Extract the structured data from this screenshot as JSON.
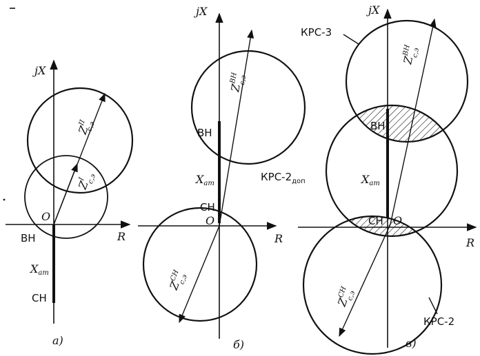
{
  "panel_a": {
    "axis_y": "jX",
    "axis_x": "R",
    "origin": "O",
    "vec_outer_main": "Z",
    "vec_outer_sup": "II",
    "vec_outer_sub": "с,э",
    "vec_inner_main": "Z",
    "vec_inner_sup": "I",
    "vec_inner_sub": "с,э",
    "label_bh": "ВН",
    "label_xat_main": "X",
    "label_xat_sub": "ат",
    "label_ch": "СН",
    "caption": "а)"
  },
  "panel_b": {
    "axis_y": "jX",
    "axis_x": "R",
    "origin": "O",
    "vec_top_main": "Z",
    "vec_top_sup": "ВН",
    "vec_top_sub": "с,э",
    "vec_bot_main": "Z",
    "vec_bot_sup": "СН",
    "vec_bot_sub": "с,э",
    "label_bh": "ВН",
    "label_xat_main": "X",
    "label_xat_sub": "ат",
    "label_ch": "СН",
    "caption": "б)"
  },
  "panel_c": {
    "axis_y": "jX",
    "axis_x": "R",
    "origin": "O",
    "vec_top_main": "Z",
    "vec_top_sup": "ВН",
    "vec_top_sub": "с,э",
    "vec_bot_main": "Z",
    "vec_bot_sup": "СН",
    "vec_bot_sub": "с,э",
    "label_bh": "ВН",
    "label_ch": "СН",
    "label_xat_main": "X",
    "label_xat_sub": "ат",
    "krs3": "КРС-3",
    "krs2dop_main": "КРС-2",
    "krs2dop_sub": "доп",
    "krs2": "КРС-2",
    "caption": "в)"
  }
}
